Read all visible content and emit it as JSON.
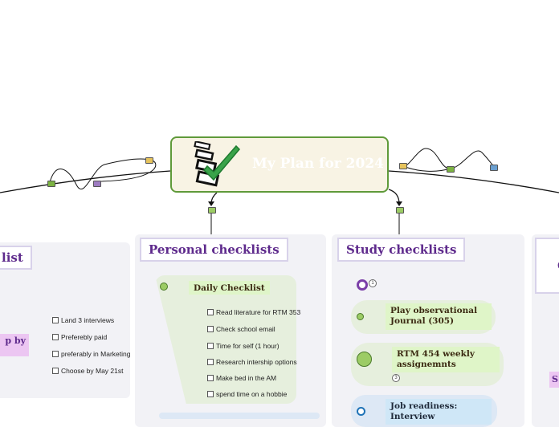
{
  "central": {
    "title": "My Plan for 2024"
  },
  "left_panel": {
    "title_fragment": "list",
    "node_fragment": "p by",
    "items": [
      "Land 3 interviews",
      "Preferebly paid",
      "preferably in Marketing",
      "Choose by May 21st"
    ]
  },
  "personal": {
    "title": "Personal checklists",
    "daily": {
      "label": "Daily Checklist",
      "items": [
        "Read literature for RTM 353",
        "Check school email",
        "Time for self (1 hour)",
        "Research intership options",
        "Make bed in the AM",
        "spend time on a hobbie"
      ]
    }
  },
  "study": {
    "title": "Study checklists",
    "badge_top": "1",
    "nodes": [
      {
        "label": "Play observational Journal (305)"
      },
      {
        "label": "RTM 454 weekly assignemnts",
        "badge": "3"
      },
      {
        "label": "Job readiness: Interview"
      }
    ]
  },
  "right_panel": {
    "fragment_a": "C",
    "fragment_b": "S"
  },
  "colors": {
    "purple": "#5e2a8c",
    "green_border": "#5f9a3a",
    "central_bg": "#f8f3e4",
    "panel_bg": "#f2f2f6"
  }
}
